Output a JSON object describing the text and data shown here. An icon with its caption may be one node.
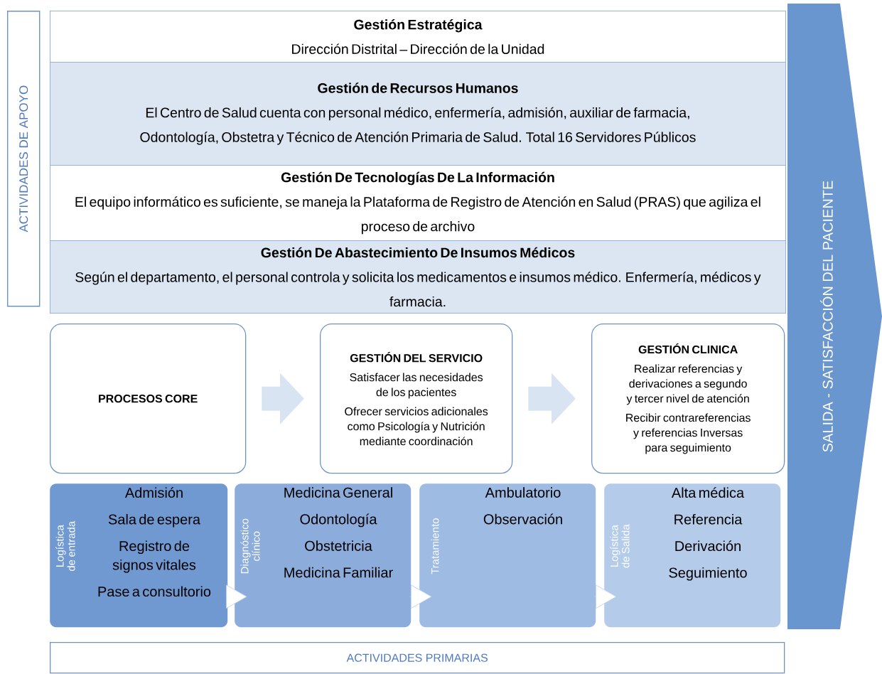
{
  "diagram": {
    "nodes": [
      {
        "text": [
          "ACTIVIDADES DE APOYO"
        ]
      },
      {
        "text": [
          "Gestión Estratégica",
          "Dirección Distrital – Dirección de la Unidad"
        ]
      },
      {
        "text": [
          "Gestión de Recursos Humanos",
          "El Centro de Salud cuenta con personal médico, enfermería, admisión, auxiliar de farmacia, Odontología, Obstetra y Técnico de Atención Primaria de Salud. Total 16 Servidores Públicos"
        ]
      },
      {
        "text": [
          "Gestión De Tecnologías De La Información",
          "El equipo informático es suficiente, se maneja la Plataforma de Registro de Atención en Salud (PRAS) que agiliza el proceso de archivo"
        ]
      },
      {
        "text": [
          "Gestión De Abastecimiento De Insumos Médicos",
          "Según el departamento, el personal controla y solicita los medicamentos e insumos médico. Enfermería, médicos y farmacia."
        ]
      },
      {
        "text": [
          "PROCESOS CORE"
        ]
      },
      {
        "text": [
          "GESTIÓN DEL SERVICIO",
          "Satisfacer las necesidades de los pacientes",
          "Ofrecer servicios adicionales como Psicología y Nutrición mediante  coordinación"
        ]
      },
      {
        "text": [
          "GESTIÓN CLINICA",
          "Realizar referencias y derivaciones a segundo y tercer nivel de atención",
          "Recibir contrareferencias y referencias Inversas para seguimiento"
        ]
      },
      {
        "text": [
          "Logística de entrada",
          "Admisión",
          "Sala de espera",
          "Registro de signos vitales",
          "Pase a consultorio"
        ]
      },
      {
        "text": [
          "Diagnóstico clínico",
          "Medicina General",
          "Odontología",
          "Obstetricia",
          "Medicina Familiar"
        ]
      },
      {
        "text": [
          "Tratamiento",
          "Ambulatorio",
          "Observación"
        ]
      },
      {
        "text": [
          "Logística de Salida",
          "Alta médica",
          "Referencia",
          "Derivación",
          "Seguimiento"
        ]
      },
      {
        "text": [
          "SALIDA  -  SATISFACCIÓN DEL PACIENTE"
        ]
      },
      {
        "text": [
          "ACTIVIDADES PRIMARIAS"
        ]
      }
    ],
    "edges": [
      {
        "from": 5,
        "to": 6,
        "arrow": "to",
        "style": "thick",
        "color": "#d9e4f3"
      },
      {
        "from": 6,
        "to": 7,
        "arrow": "to",
        "style": "thick",
        "color": "#d9e4f3"
      },
      {
        "from": 8,
        "to": 9,
        "arrow": "to"
      },
      {
        "from": 9,
        "to": 10,
        "arrow": "to"
      },
      {
        "from": 10,
        "to": 11,
        "arrow": "to"
      }
    ]
  }
}
